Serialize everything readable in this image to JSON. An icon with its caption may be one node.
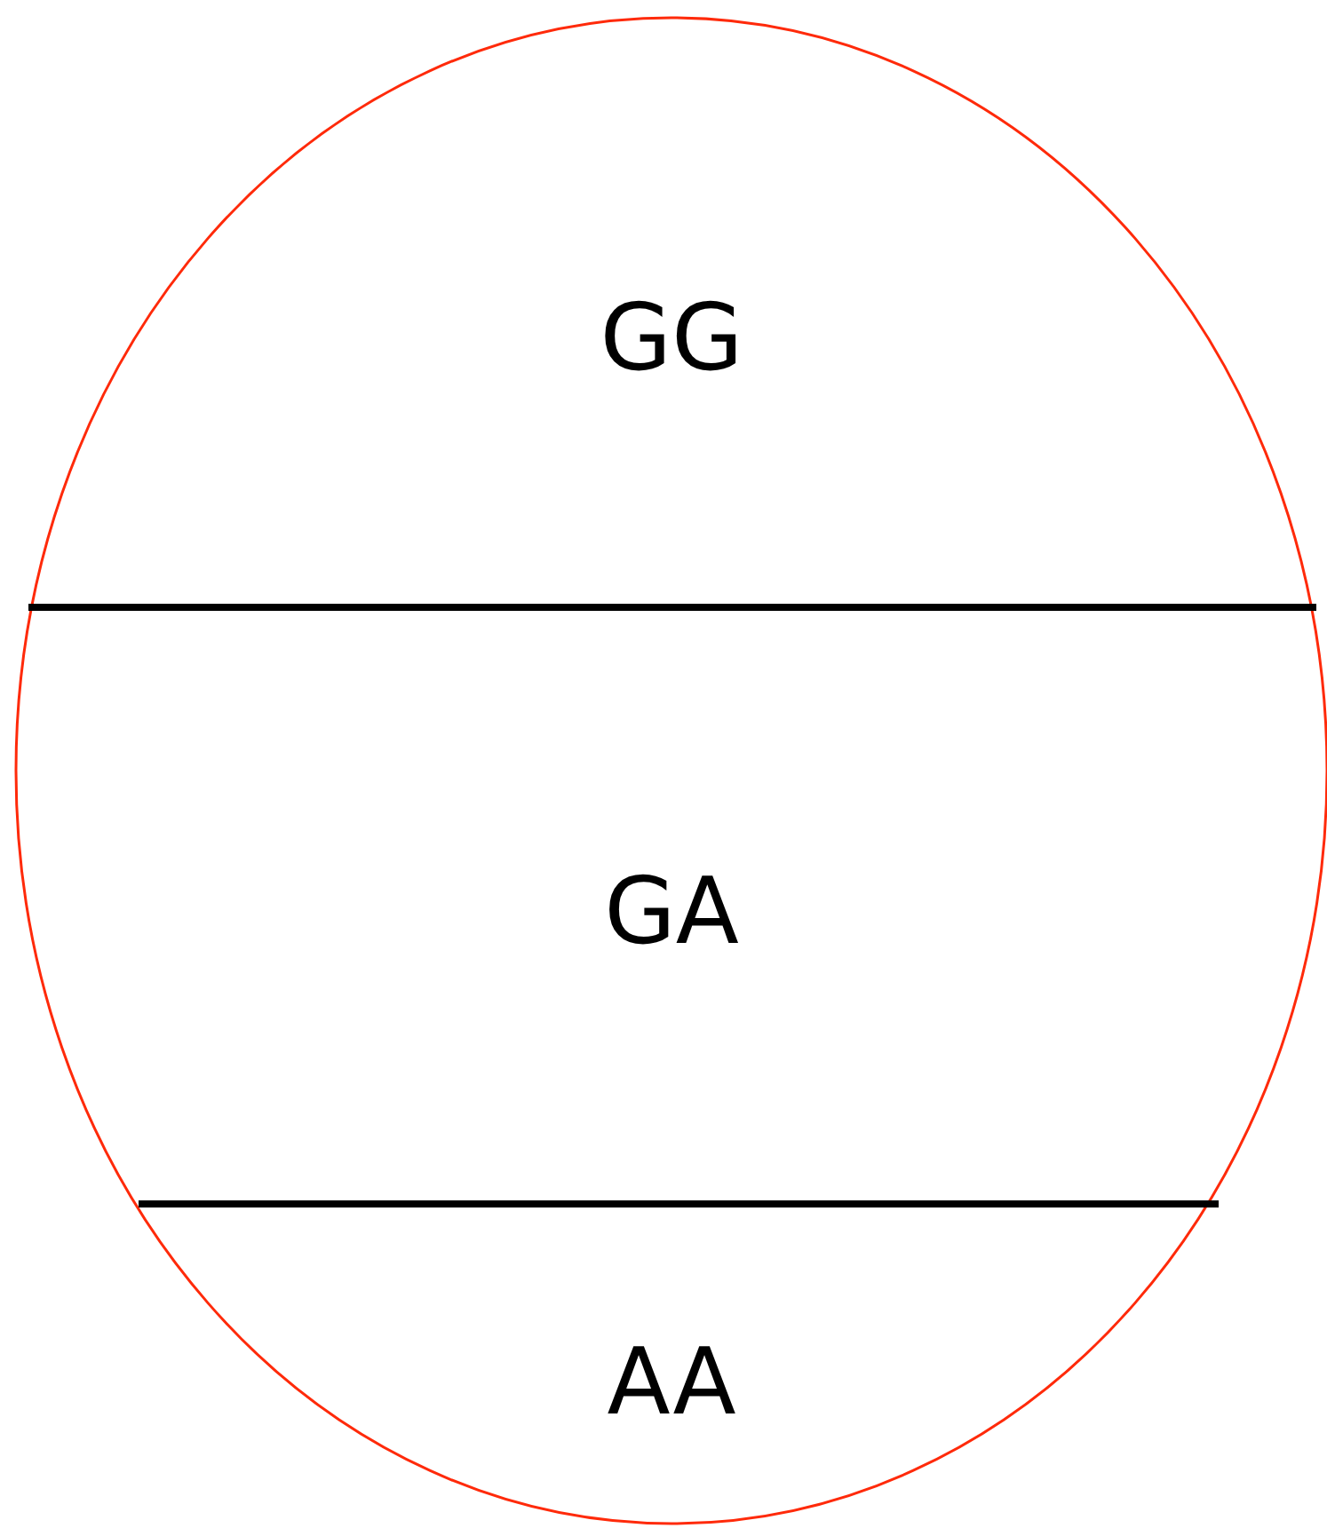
{
  "diagram": {
    "nodes": [
      {
        "text": [
          "GG",
          "GA",
          "AA"
        ]
      }
    ]
  }
}
